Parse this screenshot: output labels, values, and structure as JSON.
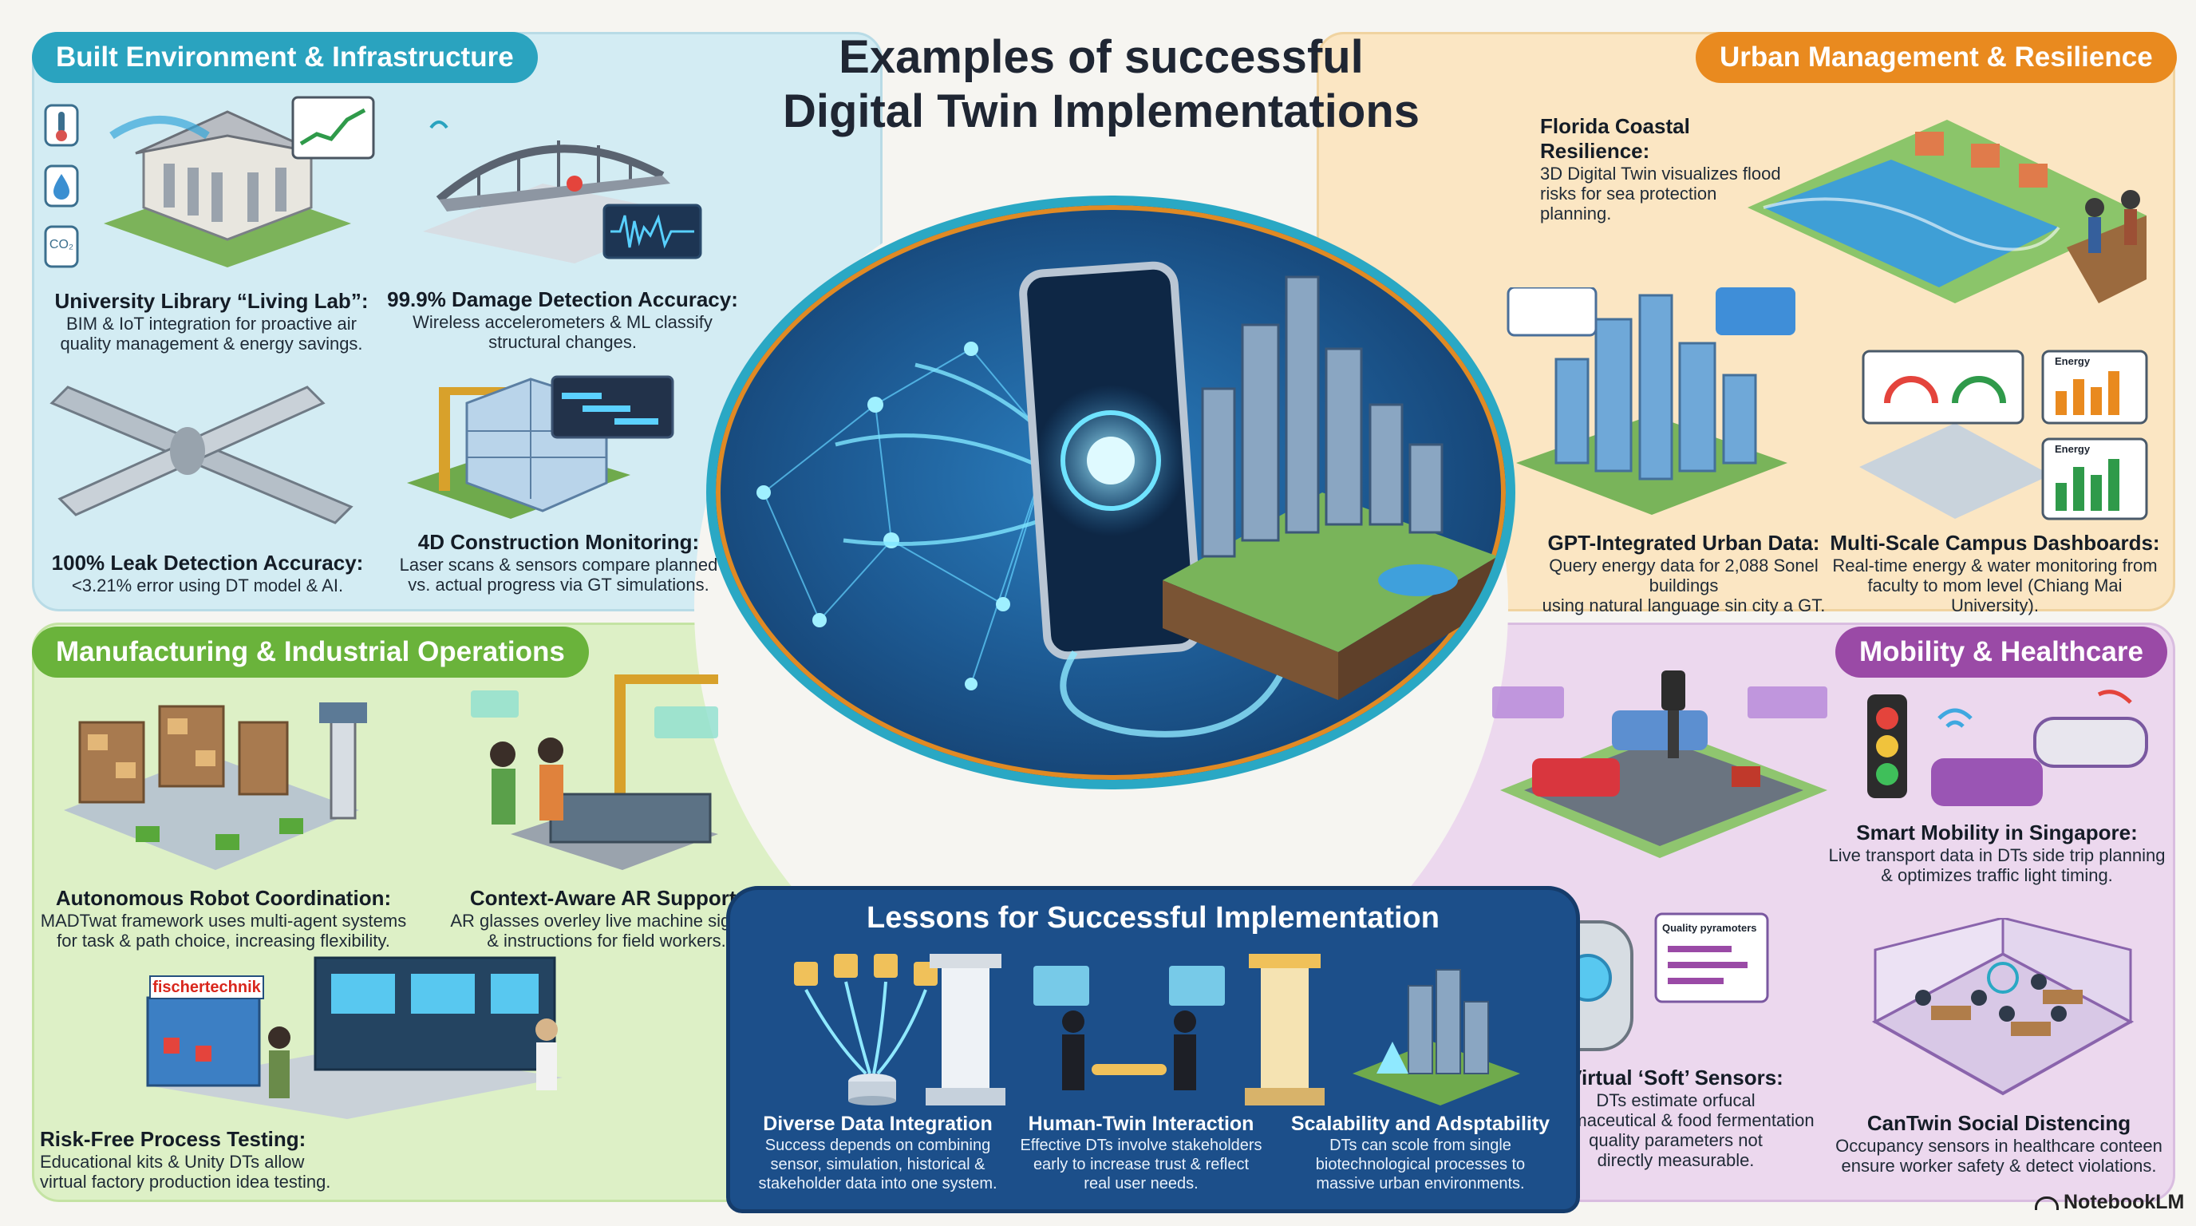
{
  "title": {
    "line1": "Examples of successful",
    "line2": "Digital Twin Implementations"
  },
  "colors": {
    "built": "#2aa3bf",
    "urban": "#e98a1f",
    "manufacturing": "#6ab33b",
    "mobility": "#9a4aa6",
    "lessons": "#1c4f8a"
  },
  "built": {
    "title": "Built Environment & Infrastructure",
    "icons": {
      "temp": "thermometer-icon",
      "water": "water-drop-icon",
      "co2": "CO₂"
    },
    "items": [
      {
        "heading": "University Library “Living Lab”:",
        "text": [
          "BIM & IoT integration for proactive air",
          "quality management & energy savings."
        ]
      },
      {
        "heading": "99.9% Damage Detection Accuracy:",
        "text": [
          "Wireless accelerometers & ML classify",
          "structural changes."
        ]
      },
      {
        "heading": "100% Leak Detection Accuracy:",
        "text": [
          "<3.21% error using DT model & AI."
        ]
      },
      {
        "heading": "4D Construction Monitoring:",
        "text": [
          "Laser scans & sensors compare planned",
          "vs. actual progress via GT simulations."
        ]
      }
    ]
  },
  "urban": {
    "title": "Urban Management & Resilience",
    "items": [
      {
        "heading": "Florida Coastal Resilience:",
        "text": [
          "3D Digital Twin visualizes flood",
          "risks for sea protection",
          "planning."
        ]
      },
      {
        "heading": "GPT-Integrated Urban Data:",
        "text": [
          "Query energy data for 2,088 Sonel buildings",
          "using natural language sin city a GT."
        ]
      },
      {
        "heading": "Multi-Scale Campus Dashboards:",
        "text": [
          "Real-time energy & water monitoring from",
          "faculty to mom level (Chiang Mai University)."
        ]
      }
    ],
    "dash_label": "Energy"
  },
  "manufacturing": {
    "title": "Manufacturing & Industrial Operations",
    "items": [
      {
        "heading": "Autonomous Robot Coordination:",
        "text": [
          "MADTwat framework uses multi-agent systems",
          "for task & path choice, increasing flexibility."
        ]
      },
      {
        "heading": "Context-Aware AR Support:",
        "text": [
          "AR glasses overley live machine signals",
          "& instructions for field workers."
        ]
      },
      {
        "heading": "Risk-Free Process Testing:",
        "text": [
          "Educational kits & Unity DTs allow",
          "virtual factory production idea testing."
        ]
      }
    ],
    "brand": "fischertechnik"
  },
  "mobility": {
    "title": "Mobility & Healthcare",
    "items": [
      {
        "heading": "Smart Mobility in Singapore:",
        "text": [
          "Live transport data in DTs side trip planning",
          "& optimizes traffic light timing."
        ]
      },
      {
        "heading": "Virtual ‘Soft’ Sensors:",
        "text": [
          "DTs estimate orfucal",
          "pharmaceutical & food fermentation",
          "quality parameters not",
          "directly measurable."
        ]
      },
      {
        "heading": "CanTwin Social Distencing",
        "text": [
          "Occupancy sensors in healthcare conteen",
          "ensure worker safety & detect violations."
        ]
      }
    ],
    "quality_label": "Quality pyramoters"
  },
  "lessons": {
    "title": "Lessons for Successful Implementation",
    "items": [
      {
        "heading": "Diverse Data Integration",
        "text": [
          "Success depends on combining",
          "sensor, simulation, historical &",
          "stakeholder data into one system."
        ]
      },
      {
        "heading": "Human-Twin Interaction",
        "text": [
          "Effective DTs involve stakeholders",
          "early to increase trust & reflect",
          "real user needs."
        ]
      },
      {
        "heading": "Scalability and Adsptability",
        "text": [
          "DTs can scole from single",
          "biotechnological processes to",
          "massive urban environments."
        ]
      }
    ]
  },
  "footer": {
    "brand": "NotebookLM"
  }
}
